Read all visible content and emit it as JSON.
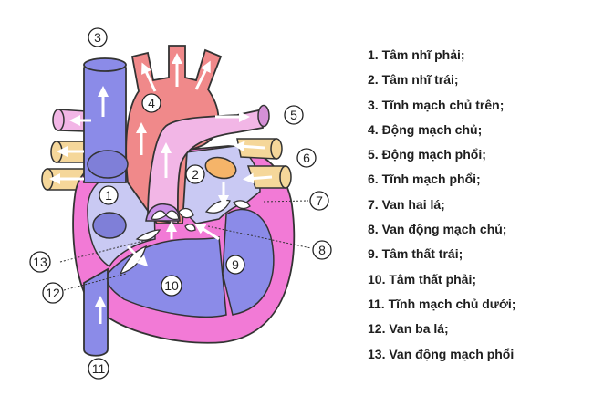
{
  "diagram": {
    "callouts": [
      "1",
      "2",
      "3",
      "4",
      "5",
      "6",
      "7",
      "8",
      "9",
      "10",
      "11",
      "12",
      "13"
    ]
  },
  "legend": [
    "1. Tâm nhĩ phải;",
    "2. Tâm nhĩ trái;",
    "3. Tĩnh mạch chủ trên;",
    "4. Động mạch chủ;",
    "5. Động mạch phổi;",
    "6. Tĩnh mạch phổi;",
    "7. Van hai lá;",
    "8. Van động mạch chủ;",
    "9. Tâm thất trái;",
    "10. Tâm thất phải;",
    "11. Tĩnh mạch chủ dưới;",
    "12. Van ba lá;",
    "13. Van động mạch phổi"
  ]
}
